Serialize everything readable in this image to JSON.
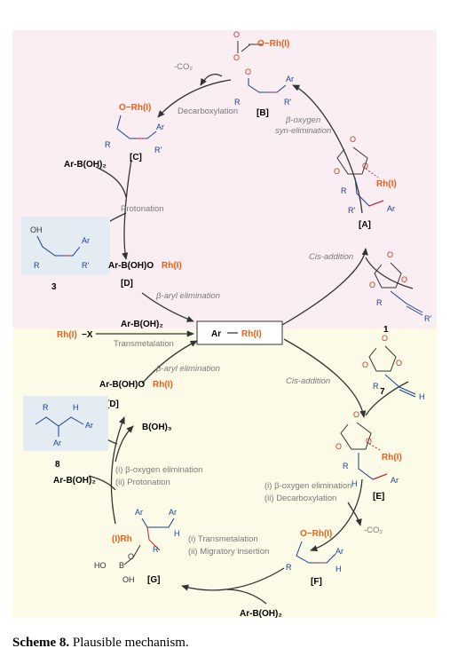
{
  "caption": {
    "label": "Scheme 8.",
    "text": "Plausible mechanism."
  },
  "center": {
    "ar": "Ar",
    "rh": "Rh(I)"
  },
  "top_cycle": {
    "A_label": "[A]",
    "B_label": "[B]",
    "C_label": "[C]",
    "D_label": "[D]",
    "co2": "-CO₂",
    "decarboxylation": "Decarboxylation",
    "beta_oxygen": "β-oxygen",
    "syn_elimination": "syn-elimination",
    "protonation": "Protonation",
    "beta_aryl": "β-aryl elimination",
    "cis_addition": "Cis-addition",
    "arboh2": "Ar-B(OH)₂",
    "arbohorh_1": "Ar-B(OH)O",
    "arbohorh_2": "Rh(I)",
    "orh_B": "O−Rh(I)",
    "orh_C": "O−Rh(I)",
    "rh_A": "Rh(I)",
    "product_label": "3",
    "sm_label": "1"
  },
  "transmetal": {
    "rhx_1": "Rh(I)",
    "rhx_2": "−X",
    "arboh2": "Ar-B(OH)₂",
    "label": "Transmetalation"
  },
  "bottom_cycle": {
    "beta_aryl": "β-aryl  elimination",
    "cis_addition": "Cis-addition",
    "D_label": "[D]",
    "E_label": "[E]",
    "F_label": "[F]",
    "G_label": "[G]",
    "arbohorh_1": "Ar-B(OH)O",
    "arbohorh_2": "Rh(I)",
    "boh3": "B(OH)₃",
    "arboh2_left": "Ar-B(OH)₂",
    "arboh2_bottom": "Ar-B(OH)₂",
    "step_i_left": "(i) β-oxygen elimination",
    "step_ii_left": "(ii) Protonation",
    "step_i_right": "(i) β-oxygen elimination",
    "step_ii_right": "(ii) Decarboxylation",
    "step_i_bottom": "(i) Transmetalation",
    "step_ii_bottom": "(ii) Migratory insertion",
    "co2": "-CO₂",
    "orh_F": "O−Rh(I)",
    "rh_E": "Rh(I)",
    "rh_G": "(I)Rh",
    "sm_label": "7",
    "product_label": "8"
  },
  "atoms": {
    "ar": "Ar",
    "r": "R",
    "rp": "R'",
    "h": "H",
    "o": "O",
    "oh": "OH",
    "ho": "HO",
    "b": "B"
  },
  "colors": {
    "top_bg": "#fbeef2",
    "bottom_bg": "#fbfbe8",
    "rh_orange": "#e8601a",
    "bond_blue": "#1a3f8f",
    "bond_red": "#d0202a",
    "product_box": "#e3ecf2",
    "arrow": "#333333"
  }
}
